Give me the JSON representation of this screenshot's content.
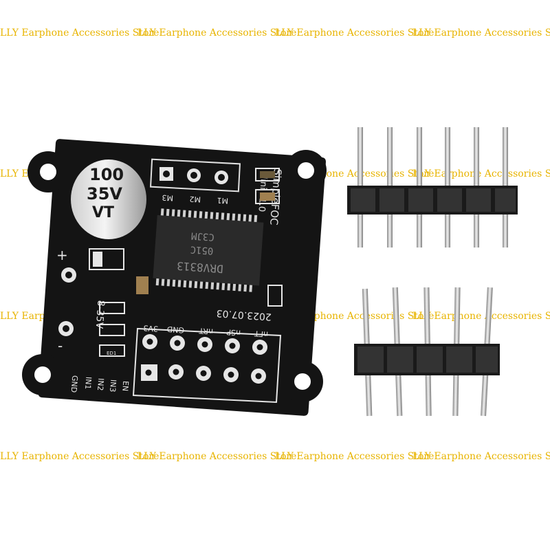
{
  "watermark": {
    "text": "LLY Earphone Accessories Store",
    "color": "#e8b400"
  },
  "board": {
    "title": "SimpleFOC",
    "version": "Mini v1.0",
    "chip_label": "DRV8313",
    "chip_code": "C3JM",
    "chip_lot": "051C",
    "capacitor_value": "100",
    "capacitor_voltage": "35V",
    "capacitor_series": "VT",
    "motor_labels": [
      "M3",
      "M2",
      "M1"
    ],
    "top_pins": [
      "GND",
      "3V3",
      "nFT",
      "nSP",
      "nRT"
    ],
    "bottom_pins": [
      "GND",
      "IN1",
      "IN2",
      "IN3",
      "EN"
    ],
    "power_label": "8-35V",
    "plus_label": "+",
    "minus_label": "-",
    "led_label": "ED1",
    "date_code": "2023.07.03"
  }
}
